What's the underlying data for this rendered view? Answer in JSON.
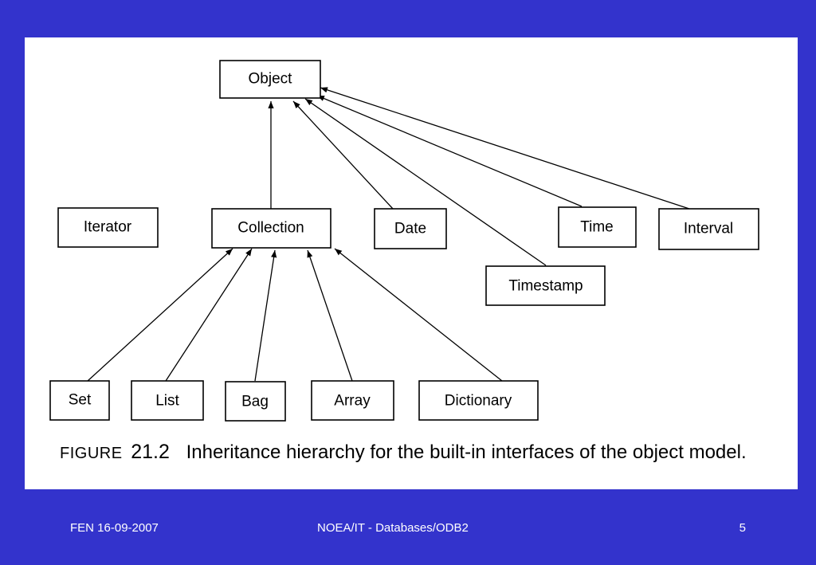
{
  "diagram": {
    "nodes": [
      {
        "id": "object",
        "label": "Object"
      },
      {
        "id": "iterator",
        "label": "Iterator"
      },
      {
        "id": "collection",
        "label": "Collection"
      },
      {
        "id": "date",
        "label": "Date"
      },
      {
        "id": "time",
        "label": "Time"
      },
      {
        "id": "interval",
        "label": "Interval"
      },
      {
        "id": "timestamp",
        "label": "Timestamp"
      },
      {
        "id": "set",
        "label": "Set"
      },
      {
        "id": "list",
        "label": "List"
      },
      {
        "id": "bag",
        "label": "Bag"
      },
      {
        "id": "array",
        "label": "Array"
      },
      {
        "id": "dictionary",
        "label": "Dictionary"
      }
    ],
    "edges": [
      {
        "from": "collection",
        "to": "object"
      },
      {
        "from": "date",
        "to": "object"
      },
      {
        "from": "timestamp",
        "to": "object"
      },
      {
        "from": "time",
        "to": "object"
      },
      {
        "from": "interval",
        "to": "object"
      },
      {
        "from": "set",
        "to": "collection"
      },
      {
        "from": "list",
        "to": "collection"
      },
      {
        "from": "bag",
        "to": "collection"
      },
      {
        "from": "array",
        "to": "collection"
      },
      {
        "from": "dictionary",
        "to": "collection"
      }
    ]
  },
  "caption": {
    "figure_word": "FIGURE",
    "figure_number": "21.2",
    "text": "Inheritance hierarchy for the built-in interfaces of the object model."
  },
  "footer": {
    "left": "FEN 16-09-2007",
    "center": "NOEA/IT - Databases/ODB2",
    "right": "5"
  }
}
